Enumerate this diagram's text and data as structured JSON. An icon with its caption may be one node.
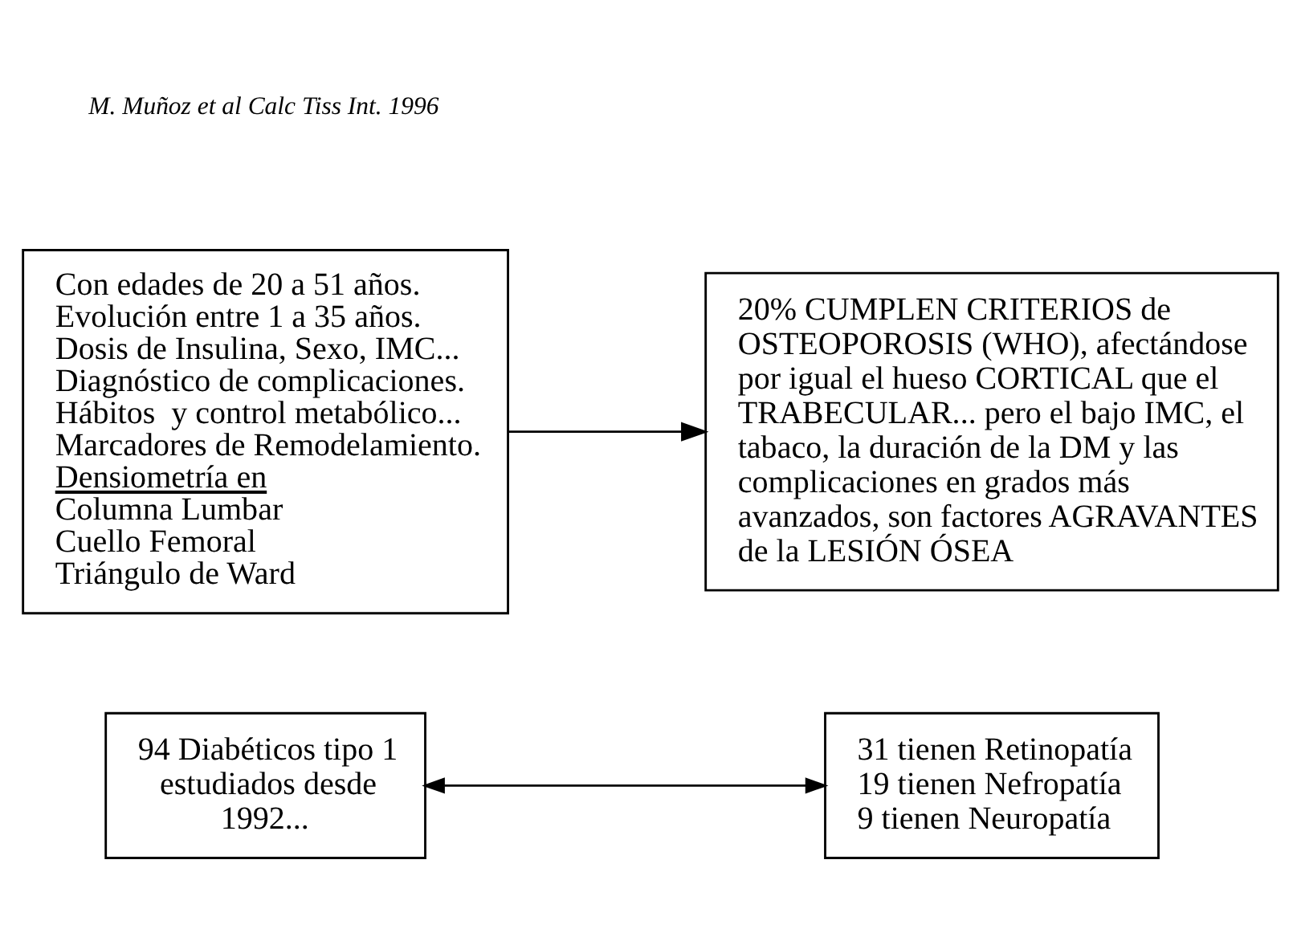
{
  "diagram": {
    "nodes": [
      {
        "text": [
          "94 Diabéticos tipo 1 estudiados desde 1992..."
        ]
      },
      {
        "text": [
          "31 tienen Retinopatía",
          "19 tienen Nefropatía",
          "9 tienen Neuropatía"
        ]
      },
      {
        "text": [
          "Con edades de 20 a 51 años.",
          "Evolución entre 1 a 35 años.",
          "Dosis de Insulina, Sexo, IMC...",
          "Diagnóstico de complicaciones.",
          "Hábitos  y control metabólico...",
          "Marcadores de Remodelamiento.",
          "Densiometría en",
          "Columna Lumbar",
          "Cuello Femoral",
          "Triángulo de Ward"
        ]
      },
      {
        "text": [
          "20% CUMPLEN CRITERIOS de OSTEOPOROSIS (WHO), afectándose por igual el hueso CORTICAL que el TRABECULAR... pero el bajo IMC, el tabaco, la duración de la DM y las complicaciones en grados más avanzados, son factores AGRAVANTES de la LESIÓN ÓSEA"
        ]
      }
    ],
    "edges": [
      {
        "from": 0,
        "to": 1,
        "arrow": "both"
      },
      {
        "from": 2,
        "to": 3,
        "arrow": "to"
      }
    ],
    "labels": [
      "M. Muñoz et al Calc Tiss Int. 1996"
    ]
  }
}
